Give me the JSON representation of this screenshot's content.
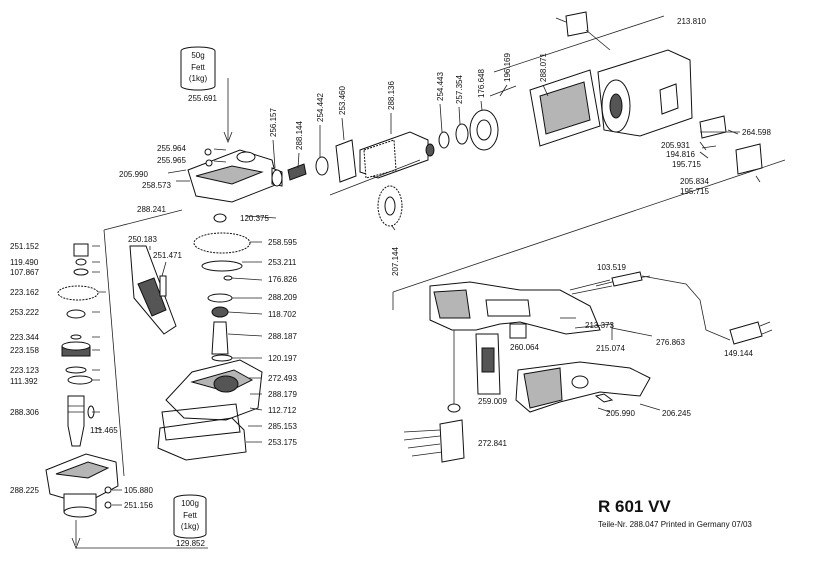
{
  "title": "R 601 VV",
  "subtitle": "Teile-Nr. 288.047 Printed in Germany 07/03",
  "grease_boxes": [
    {
      "weight": "50g",
      "line1": "Fett",
      "line2": "(1kg)",
      "part": "255.691"
    },
    {
      "weight": "100g",
      "line1": "Fett",
      "line2": "(1kg)",
      "part": "129.852"
    }
  ],
  "labels_horizontal": [
    "255.964",
    "255.965",
    "205.990",
    "258.573",
    "288.241",
    "120.375",
    "258.595",
    "253.211",
    "176.826",
    "288.209",
    "118.702",
    "288.187",
    "120.197",
    "272.493",
    "288.179",
    "112.712",
    "285.153",
    "253.175",
    "251.152",
    "119.490",
    "107.867",
    "223.162",
    "253.222",
    "223.344",
    "223.158",
    "223.123",
    "111.392",
    "288.306",
    "111.465",
    "288.225",
    "105.880",
    "251.156",
    "250.183",
    "251.471",
    "213.810",
    "264.598",
    "205.931",
    "194.816",
    "195.715",
    "205.834",
    "195.715",
    "103.519",
    "213.373",
    "215.074",
    "276.863",
    "149.144",
    "260.064",
    "259.009",
    "205.990",
    "206.245",
    "272.841"
  ],
  "labels_vertical": [
    "256.157",
    "288.144",
    "254.442",
    "253.460",
    "288.136",
    "254.443",
    "257.354",
    "176.648",
    "196.169",
    "288.071",
    "207.144"
  ]
}
